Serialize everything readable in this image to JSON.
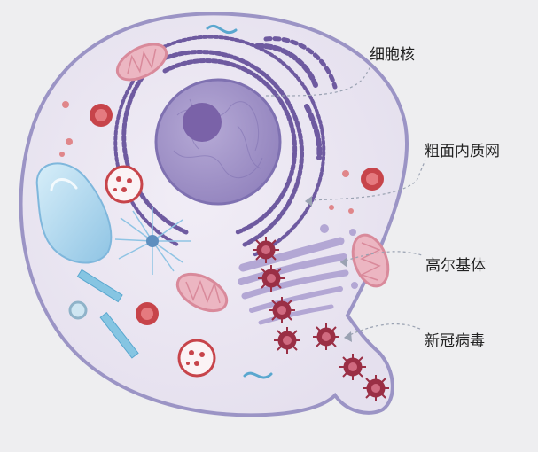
{
  "labels": {
    "nucleus": "细胞核",
    "er": "粗面内质网",
    "golgi": "高尔基体",
    "virus": "新冠病毒"
  },
  "colors": {
    "background": "#eeeef0",
    "cytoplasm": "#e8e3f0",
    "membrane": "#9b94c5",
    "nucleus": "#a79acb",
    "nucleolus": "#7a62a8",
    "er": "#6e5aa0",
    "golgi": "#b3a7d4",
    "virus": "#9a2f45",
    "mitochondria": "#d98a9b",
    "lysosome": "#c7444a",
    "vacuole": "#a7d3ec",
    "leader_line": "#9aa2b2",
    "label_text": "#222222"
  }
}
